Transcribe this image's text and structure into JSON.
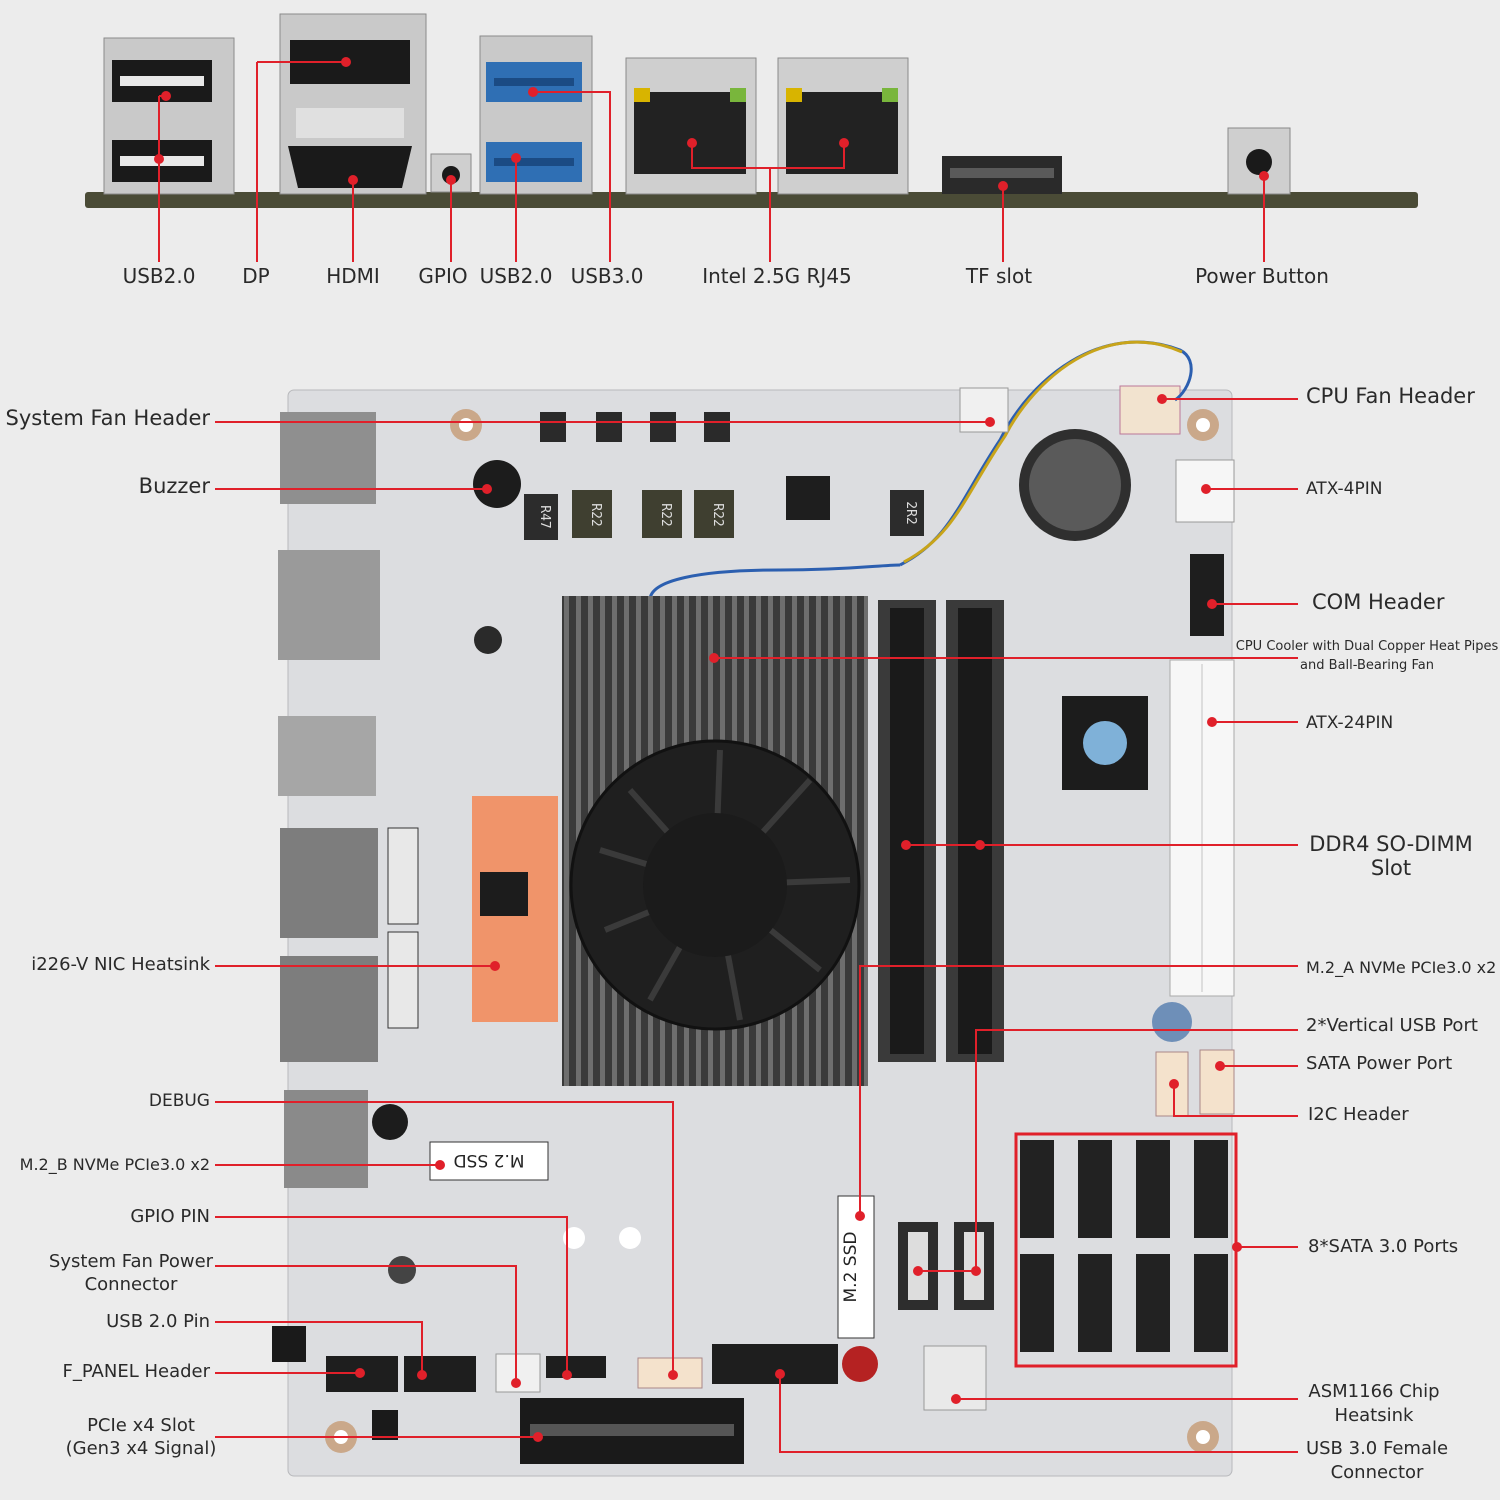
{
  "io_panel": {
    "labels": [
      "USB2.0",
      "DP",
      "HDMI",
      "GPIO",
      "USB2.0",
      "USB3.0",
      "Intel 2.5G RJ45",
      "TF slot",
      "Power Button"
    ]
  },
  "board": {
    "silkscreen": {
      "m2_b": "M.2 SSD",
      "m2_a": "M.2 SSD",
      "inductor_1": "R47",
      "inductor_2": "R22",
      "inductor_3": "R22",
      "inductor_4": "R22",
      "inductor_5": "2R2"
    }
  },
  "left_labels": {
    "system_fan_header": "System Fan Header",
    "buzzer": "Buzzer",
    "nic_heatsink": "i226-V NIC Heatsink",
    "debug": "DEBUG",
    "m2_b": "M.2_B NVMe PCIe3.0 x2",
    "gpio_pin": "GPIO PIN",
    "sys_fan_power_1": "System Fan Power",
    "sys_fan_power_2": "Connector",
    "usb20_pin": "USB 2.0 Pin",
    "f_panel": "F_PANEL Header",
    "pcie_1": "PCIe x4 Slot",
    "pcie_2": "(Gen3 x4 Signal)"
  },
  "right_labels": {
    "cpu_fan": "CPU Fan Header",
    "atx4": "ATX-4PIN",
    "com": "COM Header",
    "cooler_1": "CPU Cooler with Dual Copper Heat Pipes",
    "cooler_2": "and Ball-Bearing Fan",
    "atx24": "ATX-24PIN",
    "ddr4_1": "DDR4 SO-DIMM",
    "ddr4_2": "Slot",
    "m2_a": "M.2_A NVMe PCIe3.0 x2",
    "vusb": "2*Vertical USB Port",
    "sata_power": "SATA Power Port",
    "i2c": "I2C Header",
    "sata": "8*SATA 3.0 Ports",
    "asm_1": "ASM1166 Chip",
    "asm_2": "Heatsink",
    "usb30_1": "USB 3.0 Female",
    "usb30_2": "Connector"
  },
  "colors": {
    "callout": "#e0202a",
    "board": "#dcdde0",
    "heatsink": "#2b2b2b",
    "nic_heatsink": "#f0946a"
  }
}
